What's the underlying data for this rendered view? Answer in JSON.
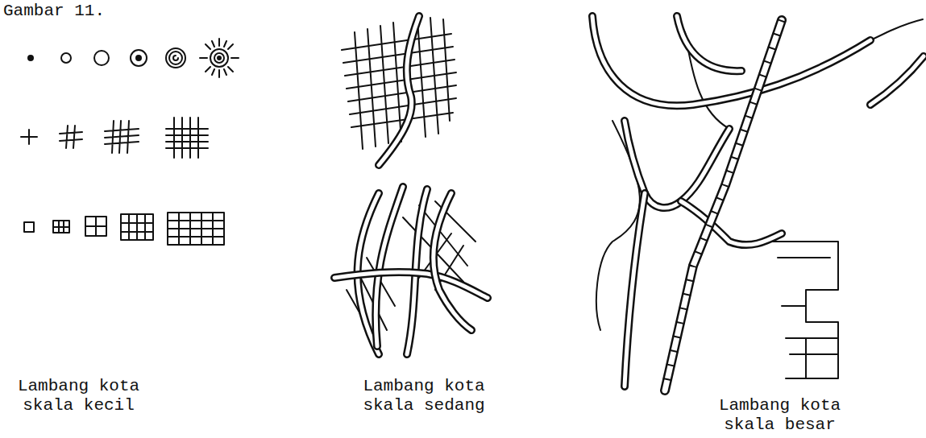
{
  "diagram": {
    "title": "Gambar 11.",
    "labels": [
      "Lambang kota skala kecil",
      "Lambang kota skala sedang",
      "Lambang kota skala besar"
    ]
  }
}
